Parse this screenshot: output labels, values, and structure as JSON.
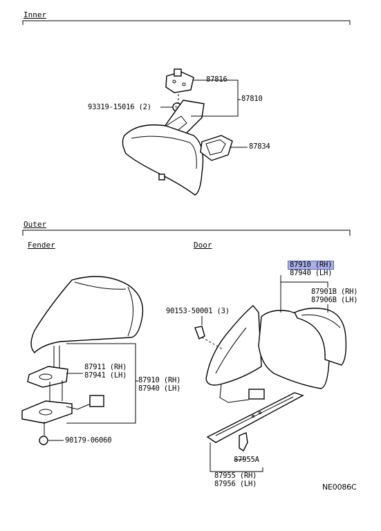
{
  "sections": {
    "inner": "Inner",
    "outer": "Outer",
    "fender": "Fender",
    "door": "Door"
  },
  "inner_parts": {
    "p87816": "87816",
    "p87810": "87810",
    "p93319": "93319-15016 (2)",
    "p87834": "87834"
  },
  "fender_parts": {
    "p87911": "87911 (RH)",
    "p87941": "87941 (LH)",
    "p87910": "87910 (RH)",
    "p87940": "87940 (LH)",
    "p90179": "90179-06060"
  },
  "door_parts": {
    "p87910_hl": "87910 (RH)",
    "p87940": "87940 (LH)",
    "p90153": "90153-50001 (3)",
    "p87901b": "87901B (RH)",
    "p87906b": "87906B (LH)",
    "p87955a": "87955A",
    "p87955": "87955 (RH)",
    "p87956": "87956 (LH)"
  },
  "diagram_code": "NE0086C"
}
